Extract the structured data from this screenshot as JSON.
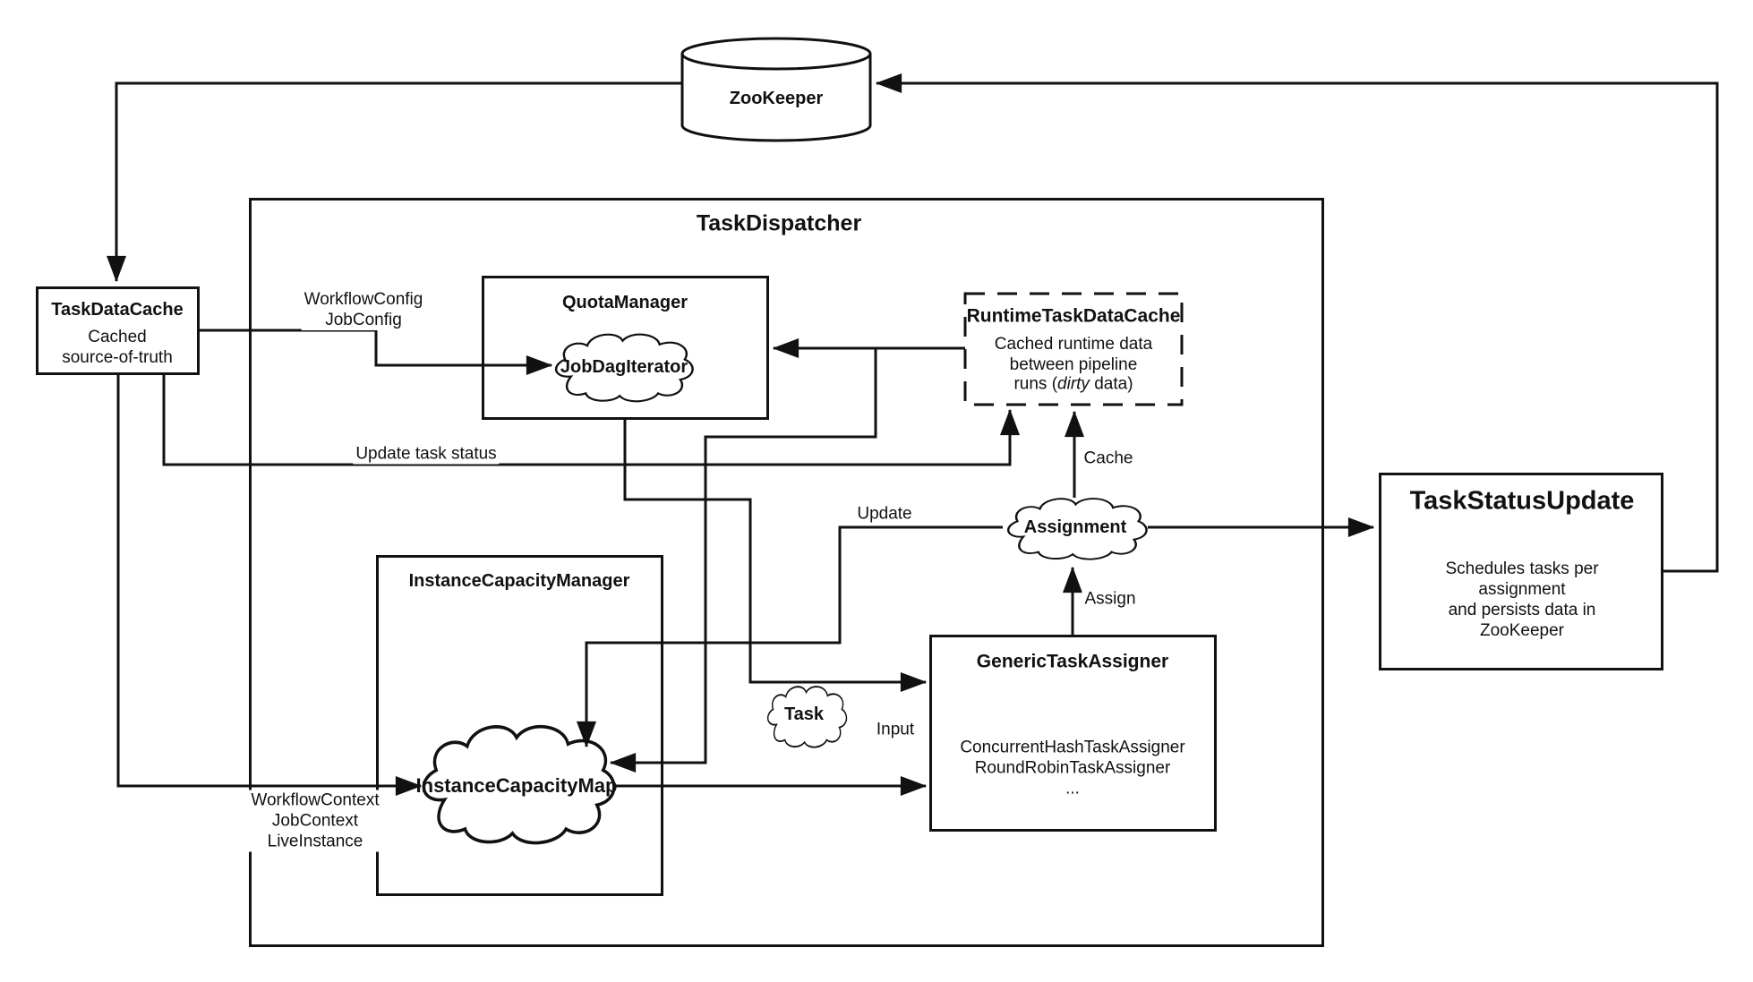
{
  "diagram": {
    "background": "#ffffff",
    "line_color": "#111111",
    "nodes": {
      "zookeeper": {
        "shape": "cylinder",
        "title": "ZooKeeper"
      },
      "task_data_cache": {
        "shape": "rect",
        "title": "TaskDataCache",
        "body": "Cached\nsource-of-truth"
      },
      "task_dispatcher": {
        "shape": "container-rect",
        "title": "TaskDispatcher"
      },
      "quota_manager": {
        "shape": "rect",
        "title": "QuotaManager"
      },
      "job_dag_iterator": {
        "shape": "cloud",
        "title": "JobDagIterator"
      },
      "runtime_task_data_cache": {
        "shape": "dashed-rect",
        "title": "RuntimeTaskDataCache",
        "body_lines_1_2": "Cached runtime data\nbetween pipeline",
        "body_line_3_pre": "runs (",
        "body_line_3_italic": "dirty",
        "body_line_3_post": " data)"
      },
      "task_status_update": {
        "shape": "rect",
        "title": "TaskStatusUpdate",
        "body": "Schedules tasks per assignment\nand persists data in ZooKeeper"
      },
      "instance_capacity_manager": {
        "shape": "rect",
        "title": "InstanceCapacityManager"
      },
      "instance_capacity_map": {
        "shape": "cloud",
        "title": "InstanceCapacityMap"
      },
      "generic_task_assigner": {
        "shape": "rect",
        "title": "GenericTaskAssigner",
        "body": "ConcurrentHashTaskAssigner\nRoundRobinTaskAssigner\n..."
      },
      "assignment": {
        "shape": "cloud",
        "title": "Assignment"
      },
      "task": {
        "shape": "cloud",
        "title": "Task"
      }
    },
    "edge_labels": {
      "workflow_config": "WorkflowConfig\nJobConfig",
      "update_task_status": "Update task status",
      "workflow_context": "WorkflowContext\nJobContext\nLiveInstance",
      "cache": "Cache",
      "update": "Update",
      "assign": "Assign",
      "input": "Input"
    }
  }
}
